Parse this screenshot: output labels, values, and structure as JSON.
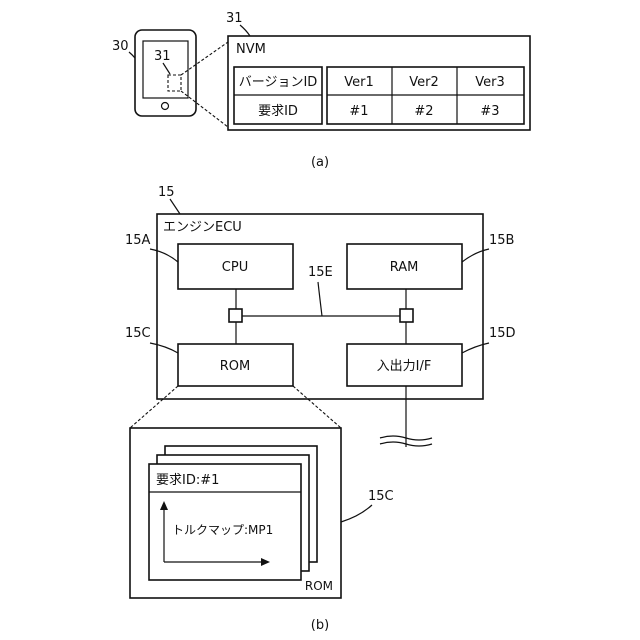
{
  "fig_a": {
    "device_ref": "30",
    "screen_ref": "31",
    "nvm_ref": "31",
    "nvm_title": "NVM",
    "table": {
      "row1": {
        "header": "バージョンID",
        "cells": [
          "Ver1",
          "Ver2",
          "Ver3"
        ]
      },
      "row2": {
        "header": "要求ID",
        "cells": [
          "#1",
          "#2",
          "#3"
        ]
      }
    },
    "caption": "(a)"
  },
  "fig_b": {
    "ecu_ref": "15",
    "ecu_title": "エンジンECU",
    "cpu": {
      "ref": "15A",
      "label": "CPU"
    },
    "ram": {
      "ref": "15B",
      "label": "RAM"
    },
    "bus_ref": "15E",
    "rom": {
      "ref": "15C",
      "label": "ROM"
    },
    "io": {
      "ref": "15D",
      "label": "入出力I/F"
    },
    "rom_detail": {
      "ref": "15C",
      "header": "要求ID:#1",
      "map_label": "トルクマップ:MP1",
      "corner_label": "ROM"
    },
    "caption": "(b)"
  }
}
